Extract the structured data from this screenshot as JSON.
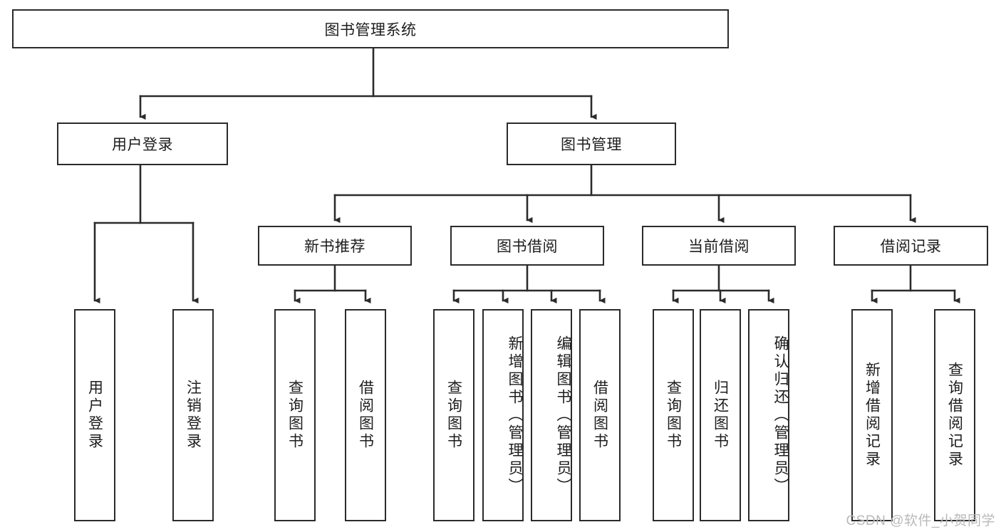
{
  "diagram": {
    "type": "tree-hierarchy",
    "title": "图书管理系统",
    "orientation": "top-down",
    "colors": {
      "stroke": "#2b2b2b",
      "fill": "#ffffff",
      "text": "#1d1d1d",
      "watermark": "#b9b9b9"
    },
    "root": {
      "label": "图书管理系统"
    },
    "level2": [
      {
        "id": "user-login",
        "label": "用户登录"
      },
      {
        "id": "book-manage",
        "label": "图书管理"
      }
    ],
    "level3": [
      {
        "id": "new-book-rec",
        "label": "新书推荐"
      },
      {
        "id": "book-borrow",
        "label": "图书借阅"
      },
      {
        "id": "current-borrow",
        "label": "当前借阅"
      },
      {
        "id": "borrow-record",
        "label": "借阅记录"
      }
    ],
    "leaves": {
      "user_login": [
        {
          "id": "leaf-user-login",
          "label": "用户登录"
        },
        {
          "id": "leaf-logout",
          "label": "注销登录"
        }
      ],
      "new_book_rec": [
        {
          "id": "leaf-query-book-1",
          "label": "查询图书"
        },
        {
          "id": "leaf-borrow-book-1",
          "label": "借阅图书"
        }
      ],
      "book_borrow": [
        {
          "id": "leaf-query-book-2",
          "label": "查询图书"
        },
        {
          "id": "leaf-add-book",
          "label": "新增图书（管理员）"
        },
        {
          "id": "leaf-edit-book",
          "label": "编辑图书（管理员）"
        },
        {
          "id": "leaf-borrow-book-2",
          "label": "借阅图书"
        }
      ],
      "current_borrow": [
        {
          "id": "leaf-query-book-3",
          "label": "查询图书"
        },
        {
          "id": "leaf-return-book",
          "label": "归还图书"
        },
        {
          "id": "leaf-confirm-return",
          "label": "确认归还（管理员）"
        }
      ],
      "borrow_record": [
        {
          "id": "leaf-add-record",
          "label": "新增借阅记录"
        },
        {
          "id": "leaf-query-record",
          "label": "查询借阅记录"
        }
      ]
    }
  },
  "watermark": {
    "text": "CSDN @软件_小贺同学"
  }
}
